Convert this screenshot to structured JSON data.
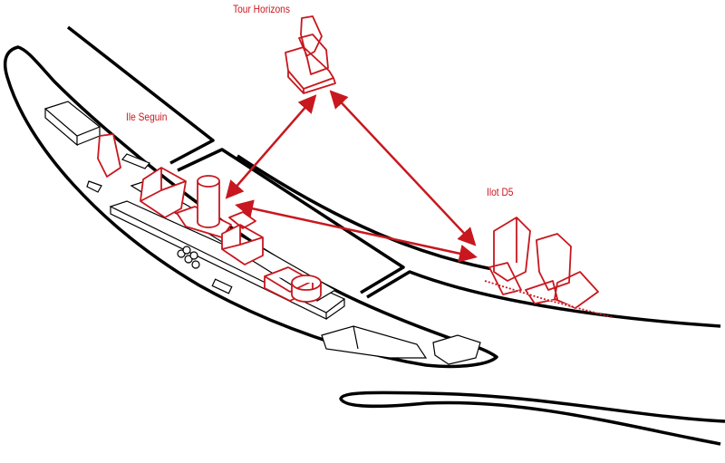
{
  "labels": {
    "tour_horizons": "Tour Horizons",
    "ile_seguin": "Ile Seguin",
    "ilot_d5": "Ilot D5"
  },
  "colors": {
    "accent": "#c8171e",
    "line": "#000000"
  }
}
